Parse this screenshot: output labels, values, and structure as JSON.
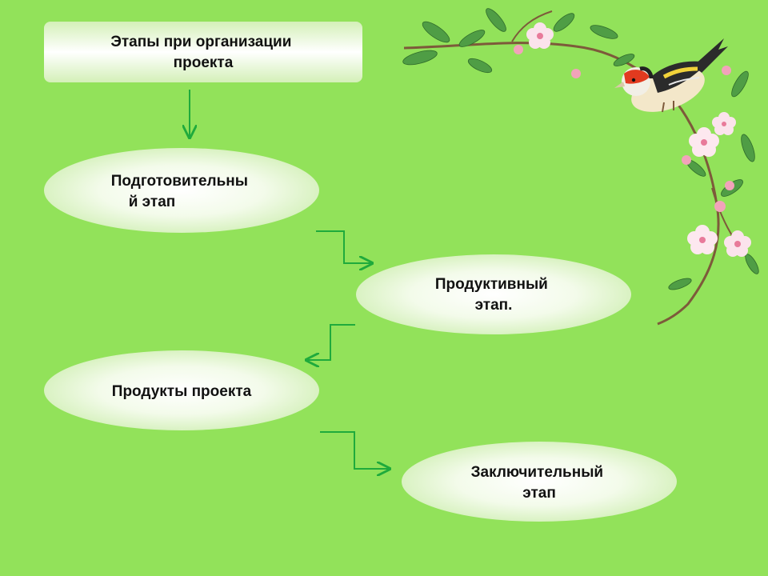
{
  "diagram": {
    "title_lines": [
      "Этапы при организации",
      "проекта"
    ],
    "nodes": [
      {
        "id": "preparatory",
        "lines": [
          "Подготовительны",
          "й этап"
        ]
      },
      {
        "id": "productive",
        "lines": [
          "Продуктивный",
          "этап."
        ]
      },
      {
        "id": "products",
        "lines": [
          "Продукты проекта"
        ]
      },
      {
        "id": "final",
        "lines": [
          "Заключительный",
          "этап"
        ]
      }
    ],
    "edges": [
      {
        "from": "title",
        "to": "preparatory"
      },
      {
        "from": "preparatory",
        "to": "productive"
      },
      {
        "from": "productive",
        "to": "products"
      },
      {
        "from": "products",
        "to": "final"
      }
    ]
  },
  "colors": {
    "background": "#92e25a",
    "node_light": "#ffffff",
    "node_fill": "#e8f8d9",
    "node_edge": "#b6e28f",
    "arrow": "#1faa3c"
  },
  "decoration": {
    "icons": [
      "bird-icon",
      "blossom-branch-icon"
    ]
  }
}
